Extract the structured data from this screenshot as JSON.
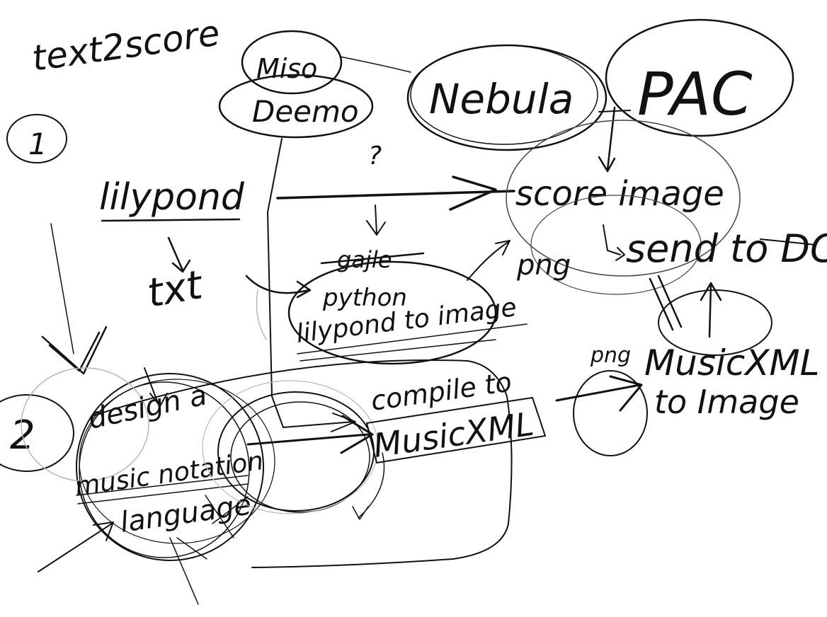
{
  "colors": {
    "background": "#ffffff",
    "ink": "#111111",
    "light_ink": "#444444",
    "faint_ink": "#b8b8b8"
  },
  "labels": {
    "title": "text2score",
    "miso": "Miso",
    "deemo": "Deemo",
    "nebula": "Nebula",
    "pac": "PAC",
    "step_one": "1",
    "step_two": "2",
    "lilypond": "lilypond",
    "txt": "txt",
    "question": "?",
    "struck_word": "gajle",
    "python": "python",
    "lilypond_to_image": "lilypond to image",
    "score_image": "score image",
    "png": "png",
    "send_to_dc": "send to DC",
    "png_small": "png",
    "musicxml_to": "MusicXML",
    "to_image": "to Image",
    "design_a": "design a",
    "music_notation": "music notation",
    "language": "language",
    "compile_to": "compile to",
    "musicxml": "MusicXML"
  }
}
